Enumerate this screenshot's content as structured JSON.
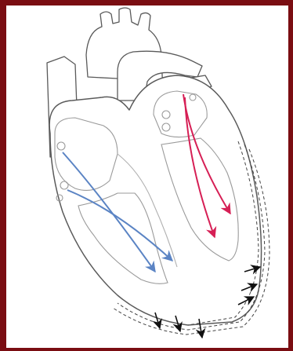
{
  "figure": {
    "subject": "heart-blood-flow",
    "colors": {
      "frame": "#7a0d12",
      "background": "#ffffff",
      "outline": "#5a5a5a",
      "inner_outline": "#9a9a9a",
      "deoxygenated_flow": "#5b84c4",
      "oxygenated_flow": "#d61f55",
      "conduction_arrow": "#111111"
    },
    "flows": [
      {
        "name": "right-side-flow",
        "color_key": "deoxygenated_flow",
        "arrow_count": 2
      },
      {
        "name": "left-side-flow",
        "color_key": "oxygenated_flow",
        "arrow_count": 2
      }
    ],
    "outer_arrows": {
      "count": 6,
      "color_key": "conduction_arrow"
    }
  }
}
